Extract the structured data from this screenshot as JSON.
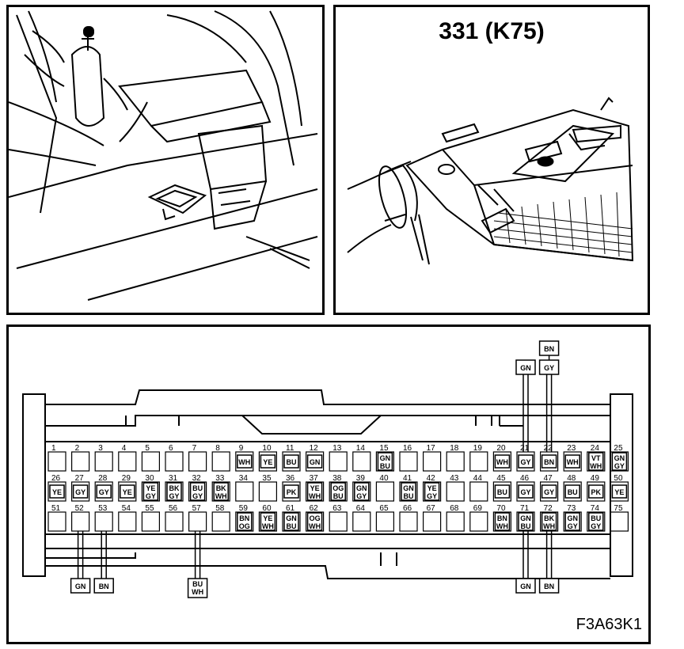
{
  "connector": {
    "title": "331 (K75)",
    "figure_code": "F3A63K1",
    "rows": [
      {
        "pins": [
          {
            "n": "1",
            "c": []
          },
          {
            "n": "2",
            "c": []
          },
          {
            "n": "3",
            "c": []
          },
          {
            "n": "4",
            "c": []
          },
          {
            "n": "5",
            "c": []
          },
          {
            "n": "6",
            "c": []
          },
          {
            "n": "7",
            "c": []
          },
          {
            "n": "8",
            "c": []
          },
          {
            "n": "9",
            "c": [
              "WH"
            ]
          },
          {
            "n": "10",
            "c": [
              "YE"
            ]
          },
          {
            "n": "11",
            "c": [
              "BU"
            ]
          },
          {
            "n": "12",
            "c": [
              "GN"
            ]
          },
          {
            "n": "13",
            "c": []
          },
          {
            "n": "14",
            "c": []
          },
          {
            "n": "15",
            "c": [
              "GN",
              "BU"
            ]
          },
          {
            "n": "16",
            "c": []
          },
          {
            "n": "17",
            "c": []
          },
          {
            "n": "18",
            "c": []
          },
          {
            "n": "19",
            "c": []
          },
          {
            "n": "20",
            "c": [
              "WH"
            ]
          },
          {
            "n": "21",
            "c": [
              "GY"
            ]
          },
          {
            "n": "22",
            "c": [
              "BN"
            ]
          },
          {
            "n": "23",
            "c": [
              "WH"
            ]
          },
          {
            "n": "24",
            "c": [
              "VT",
              "WH"
            ]
          },
          {
            "n": "25",
            "c": [
              "GN",
              "GY"
            ]
          }
        ]
      },
      {
        "pins": [
          {
            "n": "26",
            "c": [
              "YE"
            ]
          },
          {
            "n": "27",
            "c": [
              "GY"
            ]
          },
          {
            "n": "28",
            "c": [
              "GY"
            ]
          },
          {
            "n": "29",
            "c": [
              "YE"
            ]
          },
          {
            "n": "30",
            "c": [
              "YE",
              "GY"
            ]
          },
          {
            "n": "31",
            "c": [
              "BK",
              "GY"
            ]
          },
          {
            "n": "32",
            "c": [
              "BU",
              "GY"
            ]
          },
          {
            "n": "33",
            "c": [
              "BK",
              "WH"
            ]
          },
          {
            "n": "34",
            "c": []
          },
          {
            "n": "35",
            "c": []
          },
          {
            "n": "36",
            "c": [
              "PK"
            ]
          },
          {
            "n": "37",
            "c": [
              "YE",
              "WH"
            ]
          },
          {
            "n": "38",
            "c": [
              "OG",
              "BU"
            ]
          },
          {
            "n": "39",
            "c": [
              "GN",
              "GY"
            ]
          },
          {
            "n": "40",
            "c": []
          },
          {
            "n": "41",
            "c": [
              "GN",
              "BU"
            ]
          },
          {
            "n": "42",
            "c": [
              "YE",
              "GY"
            ]
          },
          {
            "n": "43",
            "c": []
          },
          {
            "n": "44",
            "c": []
          },
          {
            "n": "45",
            "c": [
              "BU"
            ]
          },
          {
            "n": "46",
            "c": [
              "GY"
            ]
          },
          {
            "n": "47",
            "c": [
              "GY"
            ]
          },
          {
            "n": "48",
            "c": [
              "BU"
            ]
          },
          {
            "n": "49",
            "c": [
              "PK"
            ]
          },
          {
            "n": "50",
            "c": [
              "YE"
            ]
          }
        ]
      },
      {
        "pins": [
          {
            "n": "51",
            "c": []
          },
          {
            "n": "52",
            "c": []
          },
          {
            "n": "53",
            "c": []
          },
          {
            "n": "54",
            "c": []
          },
          {
            "n": "55",
            "c": []
          },
          {
            "n": "56",
            "c": []
          },
          {
            "n": "57",
            "c": []
          },
          {
            "n": "58",
            "c": []
          },
          {
            "n": "59",
            "c": [
              "BN",
              "OG"
            ]
          },
          {
            "n": "60",
            "c": [
              "YE",
              "WH"
            ]
          },
          {
            "n": "61",
            "c": [
              "GN",
              "BU"
            ]
          },
          {
            "n": "62",
            "c": [
              "OG",
              "WH"
            ]
          },
          {
            "n": "63",
            "c": []
          },
          {
            "n": "64",
            "c": []
          },
          {
            "n": "65",
            "c": []
          },
          {
            "n": "66",
            "c": []
          },
          {
            "n": "67",
            "c": []
          },
          {
            "n": "68",
            "c": []
          },
          {
            "n": "69",
            "c": []
          },
          {
            "n": "70",
            "c": [
              "BN",
              "WH"
            ]
          },
          {
            "n": "71",
            "c": [
              "GN",
              "BU"
            ]
          },
          {
            "n": "72",
            "c": [
              "BK",
              "WH"
            ]
          },
          {
            "n": "73",
            "c": [
              "GN",
              "GY"
            ]
          },
          {
            "n": "74",
            "c": [
              "BU",
              "GY"
            ]
          },
          {
            "n": "75",
            "c": []
          }
        ]
      }
    ],
    "external_wires": [
      {
        "pin": "52",
        "dir": "down",
        "colors": [
          [
            "GN"
          ]
        ]
      },
      {
        "pin": "53",
        "dir": "down",
        "colors": [
          [
            "BN"
          ]
        ]
      },
      {
        "pin": "57",
        "dir": "down",
        "colors": [
          [
            "BU",
            "WH"
          ]
        ]
      },
      {
        "pin": "71",
        "dir": "down",
        "colors": [
          [
            "GN"
          ]
        ]
      },
      {
        "pin": "72",
        "dir": "down",
        "colors": [
          [
            "BN"
          ]
        ]
      },
      {
        "pin": "21",
        "dir": "up",
        "colors": [
          [
            "GN"
          ]
        ]
      },
      {
        "pin": "22",
        "dir": "up",
        "colors": [
          [
            "GY"
          ],
          [
            "BN"
          ]
        ]
      }
    ]
  }
}
